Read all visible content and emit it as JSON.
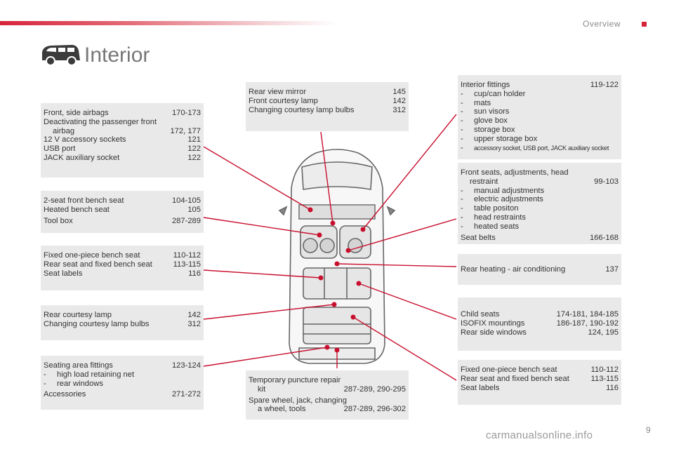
{
  "header": {
    "section": "Overview",
    "title": "Interior",
    "accent": "#d6233a"
  },
  "icons": {
    "van": "van-icon"
  },
  "boxes": {
    "airbags": {
      "items": [
        {
          "label": "Front, side airbags",
          "pages": "170-173"
        },
        {
          "label": "Deactivating the passenger front",
          "cont": "airbag",
          "pages": "172, 177"
        },
        {
          "label": "12 V accessory sockets",
          "pages": "121"
        },
        {
          "label": "USB port",
          "pages": "122"
        },
        {
          "label": "JACK auxiliary socket",
          "pages": "122"
        }
      ]
    },
    "bench_front": {
      "items": [
        {
          "label": "2-seat front bench seat",
          "pages": "104-105"
        },
        {
          "label": "Heated bench seat",
          "pages": "105"
        },
        {
          "label": "Tool box",
          "pages": "287-289"
        }
      ]
    },
    "fixed_left": {
      "items": [
        {
          "label": "Fixed one-piece bench seat",
          "pages": "110-112"
        },
        {
          "label": "Rear seat and fixed bench seat",
          "pages": "113-115"
        },
        {
          "label": "Seat labels",
          "pages": "116"
        }
      ]
    },
    "courtesy": {
      "items": [
        {
          "label": "Rear courtesy lamp",
          "pages": "142"
        },
        {
          "label": "Changing courtesy lamp bulbs",
          "pages": "312"
        }
      ]
    },
    "seating_area": {
      "title": "Seating area fittings",
      "pages": "123-124",
      "subs": [
        "high load retaining net",
        "rear windows"
      ],
      "accessories": "Accessories",
      "accessories_pages": "271-272"
    },
    "mirror": {
      "items": [
        {
          "label": "Rear view mirror",
          "pages": "145"
        },
        {
          "label": "Front courtesy lamp",
          "pages": "142"
        },
        {
          "label": "Changing courtesy lamp bulbs",
          "pages": "312"
        }
      ]
    },
    "puncture": {
      "items": [
        {
          "label": "Temporary puncture repair",
          "cont": "kit",
          "pages": "287-289, 290-295"
        },
        {
          "label": "Spare wheel, jack, changing",
          "cont": "a wheel, tools",
          "pages": "287-289, 296-302"
        }
      ]
    },
    "interior_fittings": {
      "title": "Interior fittings",
      "pages": "119-122",
      "subs": [
        "cup/can holder",
        "mats",
        "sun visors",
        "glove box",
        "storage box",
        "upper storage box"
      ],
      "last_sub": "accessory socket, USB port, JACK auxiliary socket"
    },
    "front_seats": {
      "title": "Front seats, adjustments, head",
      "cont": "restraint",
      "pages": "99-103",
      "subs": [
        "manual adjustments",
        "electric adjustments",
        "table positon",
        "head restraints",
        "heated seats"
      ],
      "belts": "Seat belts",
      "belts_pages": "166-168"
    },
    "heating": {
      "items": [
        {
          "label": "Rear heating - air conditioning",
          "pages": "137"
        }
      ]
    },
    "child": {
      "items": [
        {
          "label": "Child seats",
          "pages": "174-181, 184-185"
        },
        {
          "label": "ISOFIX mountings",
          "pages": "186-187, 190-192"
        },
        {
          "label": "Rear side windows",
          "pages": "124, 195"
        }
      ]
    },
    "fixed_right": {
      "items": [
        {
          "label": "Fixed one-piece bench seat",
          "pages": "110-112"
        },
        {
          "label": "Rear seat and fixed bench seat",
          "pages": "113-115"
        },
        {
          "label": "Seat labels",
          "pages": "116"
        }
      ]
    }
  },
  "watermark": "carmanualsonline.info",
  "page_number": "9"
}
